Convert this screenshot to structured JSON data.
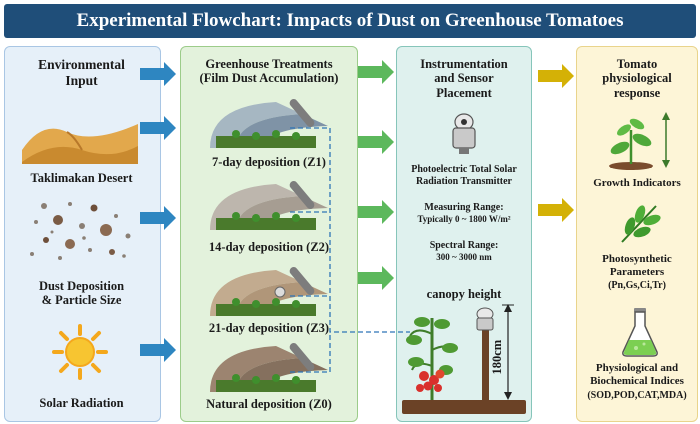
{
  "title": "Experimental Flowchart: Impacts of Dust on Greenhouse Tomatoes",
  "environmental": {
    "heading_line1": "Environmental",
    "heading_line2": "Input",
    "desert_label": "Taklimakan Desert",
    "dust_label_line1": "Dust Deposition",
    "dust_label_line2": "& Particle Size",
    "solar_label": "Solar Radiation"
  },
  "greenhouse": {
    "heading_line1": "Greenhouse Treatments",
    "heading_line2": "(Film Dust Accumulation)",
    "treatments": [
      {
        "label": "7-day deposition (Z1)"
      },
      {
        "label": "14-day deposition (Z2)"
      },
      {
        "label": "21-day deposition (Z3)"
      },
      {
        "label": "Natural deposition (Z0)"
      }
    ]
  },
  "instrument": {
    "heading_line1": "Instrumentation",
    "heading_line2": "and Sensor",
    "heading_line3": "Placement",
    "device_line1": "Photoelectric Total Solar",
    "device_line2": "Radiation Transmitter",
    "measuring_label": "Measuring Range:",
    "measuring_value": "Typically 0 ~ 1800 W/m²",
    "spectral_label": "Spectral Range:",
    "spectral_value": "300 ~ 3000 nm",
    "canopy_label": "canopy height",
    "height_label": "180cm"
  },
  "response": {
    "heading_line1": "Tomato",
    "heading_line2": "physiological",
    "heading_line3": "response",
    "growth_label": "Growth Indicators",
    "photo_line1": "Photosynthetic",
    "photo_line2": "Parameters",
    "photo_params": "(Pn,Gs,Ci,Tr)",
    "physio_line1": "Physiological and",
    "physio_line2": "Biochemical Indices",
    "physio_params": "(SOD,POD,CAT,MDA)"
  },
  "colors": {
    "title_bg": "#1f4e79",
    "blue_arrow": "#2e86c1",
    "green_arrow": "#5cb85c",
    "yellow_arrow": "#d4b106",
    "dashed_line": "#2e75b6"
  }
}
